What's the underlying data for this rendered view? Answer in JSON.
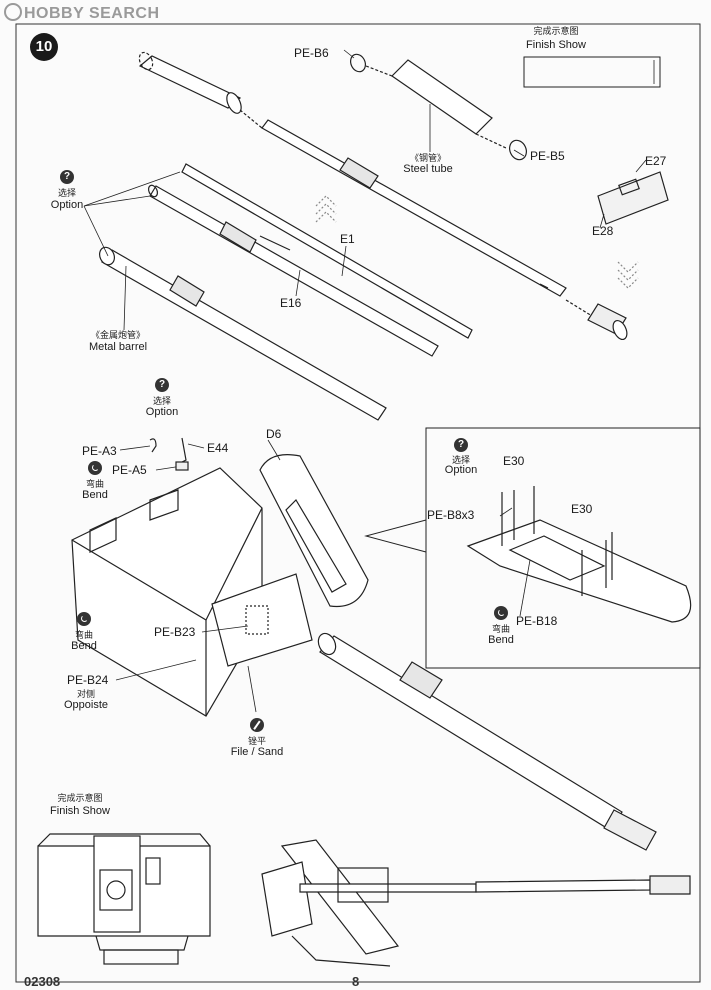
{
  "watermark": "HOBBY SEARCH",
  "step_number": "10",
  "finish_show_top": {
    "zh": "完成示意图",
    "en": "Finish Show"
  },
  "finish_show_bottom": {
    "zh": "完成示意图",
    "en": "Finish Show"
  },
  "parts": {
    "pe_b6": "PE-B6",
    "pe_b5": "PE-B5",
    "steel_tube_zh": "《钢管》",
    "steel_tube_en": "Steel tube",
    "e27": "E27",
    "e28": "E28",
    "e1": "E1",
    "e16": "E16",
    "metal_barrel_zh": "《金属炮管》",
    "metal_barrel_en": "Metal barrel",
    "pe_a3": "PE-A3",
    "e44": "E44",
    "pe_a5": "PE-A5",
    "d6": "D6",
    "pe_b23": "PE-B23",
    "pe_b24": "PE-B24",
    "e30_a": "E30",
    "e30_b": "E30",
    "pe_b8x3": "PE-B8x3",
    "pe_b18": "PE-B18"
  },
  "notes": {
    "option1": {
      "zh": "选择",
      "en": "Option"
    },
    "option2": {
      "zh": "选择",
      "en": "Option"
    },
    "option3": {
      "zh": "选择",
      "en": "Option"
    },
    "bend1": {
      "zh": "弯曲",
      "en": "Bend"
    },
    "bend2": {
      "zh": "弯曲",
      "en": "Bend"
    },
    "bend3": {
      "zh": "弯曲",
      "en": "Bend"
    },
    "opposite": {
      "zh": "对侧",
      "en": "Oppoiste"
    },
    "file_sand": {
      "zh": "锉平",
      "en": "File / Sand"
    }
  },
  "footer": {
    "left": "02308",
    "center": "8"
  }
}
